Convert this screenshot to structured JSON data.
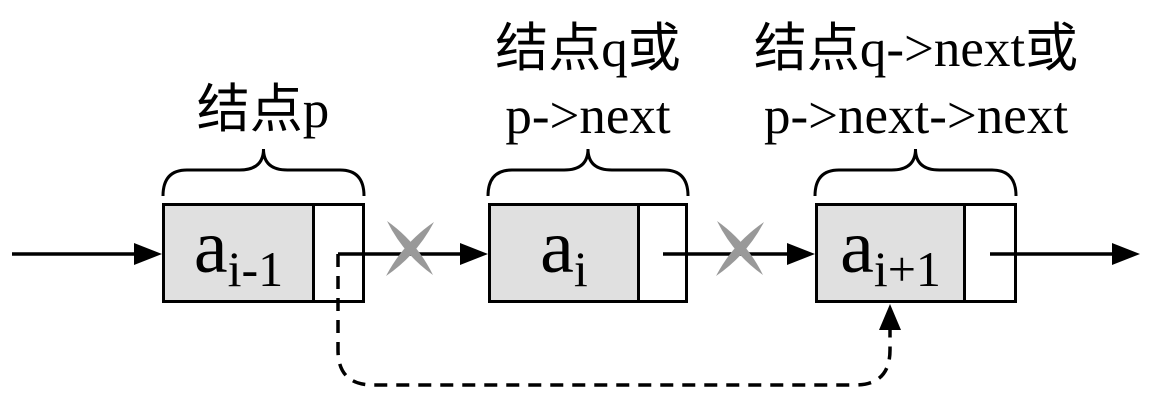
{
  "colors": {
    "background": "#ffffff",
    "node_fill": "#e0e0e0",
    "line": "#000000",
    "cross": "#999999"
  },
  "annotations": {
    "node_p": {
      "lines": [
        "结点p"
      ]
    },
    "node_q": {
      "lines": [
        "结点q或",
        "p->next"
      ]
    },
    "node_q_next": {
      "lines": [
        "结点q->next或",
        "p->next->next"
      ]
    }
  },
  "nodes": [
    {
      "base": "a",
      "subscript": "i-1"
    },
    {
      "base": "a",
      "subscript": "i"
    },
    {
      "base": "a",
      "subscript": "i+1"
    }
  ]
}
